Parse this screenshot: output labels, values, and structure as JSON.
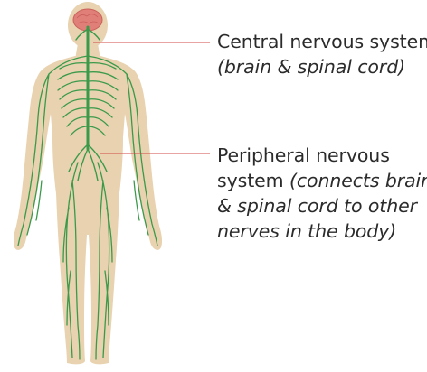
{
  "colors": {
    "background": "#ffffff",
    "skin": "#e8d2b0",
    "nerve": "#3a9a4a",
    "brain": "#e07f78",
    "brain_outline": "#c9605a",
    "leader_line": "#d04a45",
    "text": "#2b2b2b"
  },
  "labels": {
    "cns": {
      "title": "Central nervous system",
      "detail": "(brain & spinal cord)"
    },
    "pns": {
      "title_line1": "Peripheral nervous",
      "title_line2": "system",
      "detail_line1": "(connects brain",
      "detail_line2": "& spinal cord to other",
      "detail_line3": "nerves in the body)"
    }
  }
}
